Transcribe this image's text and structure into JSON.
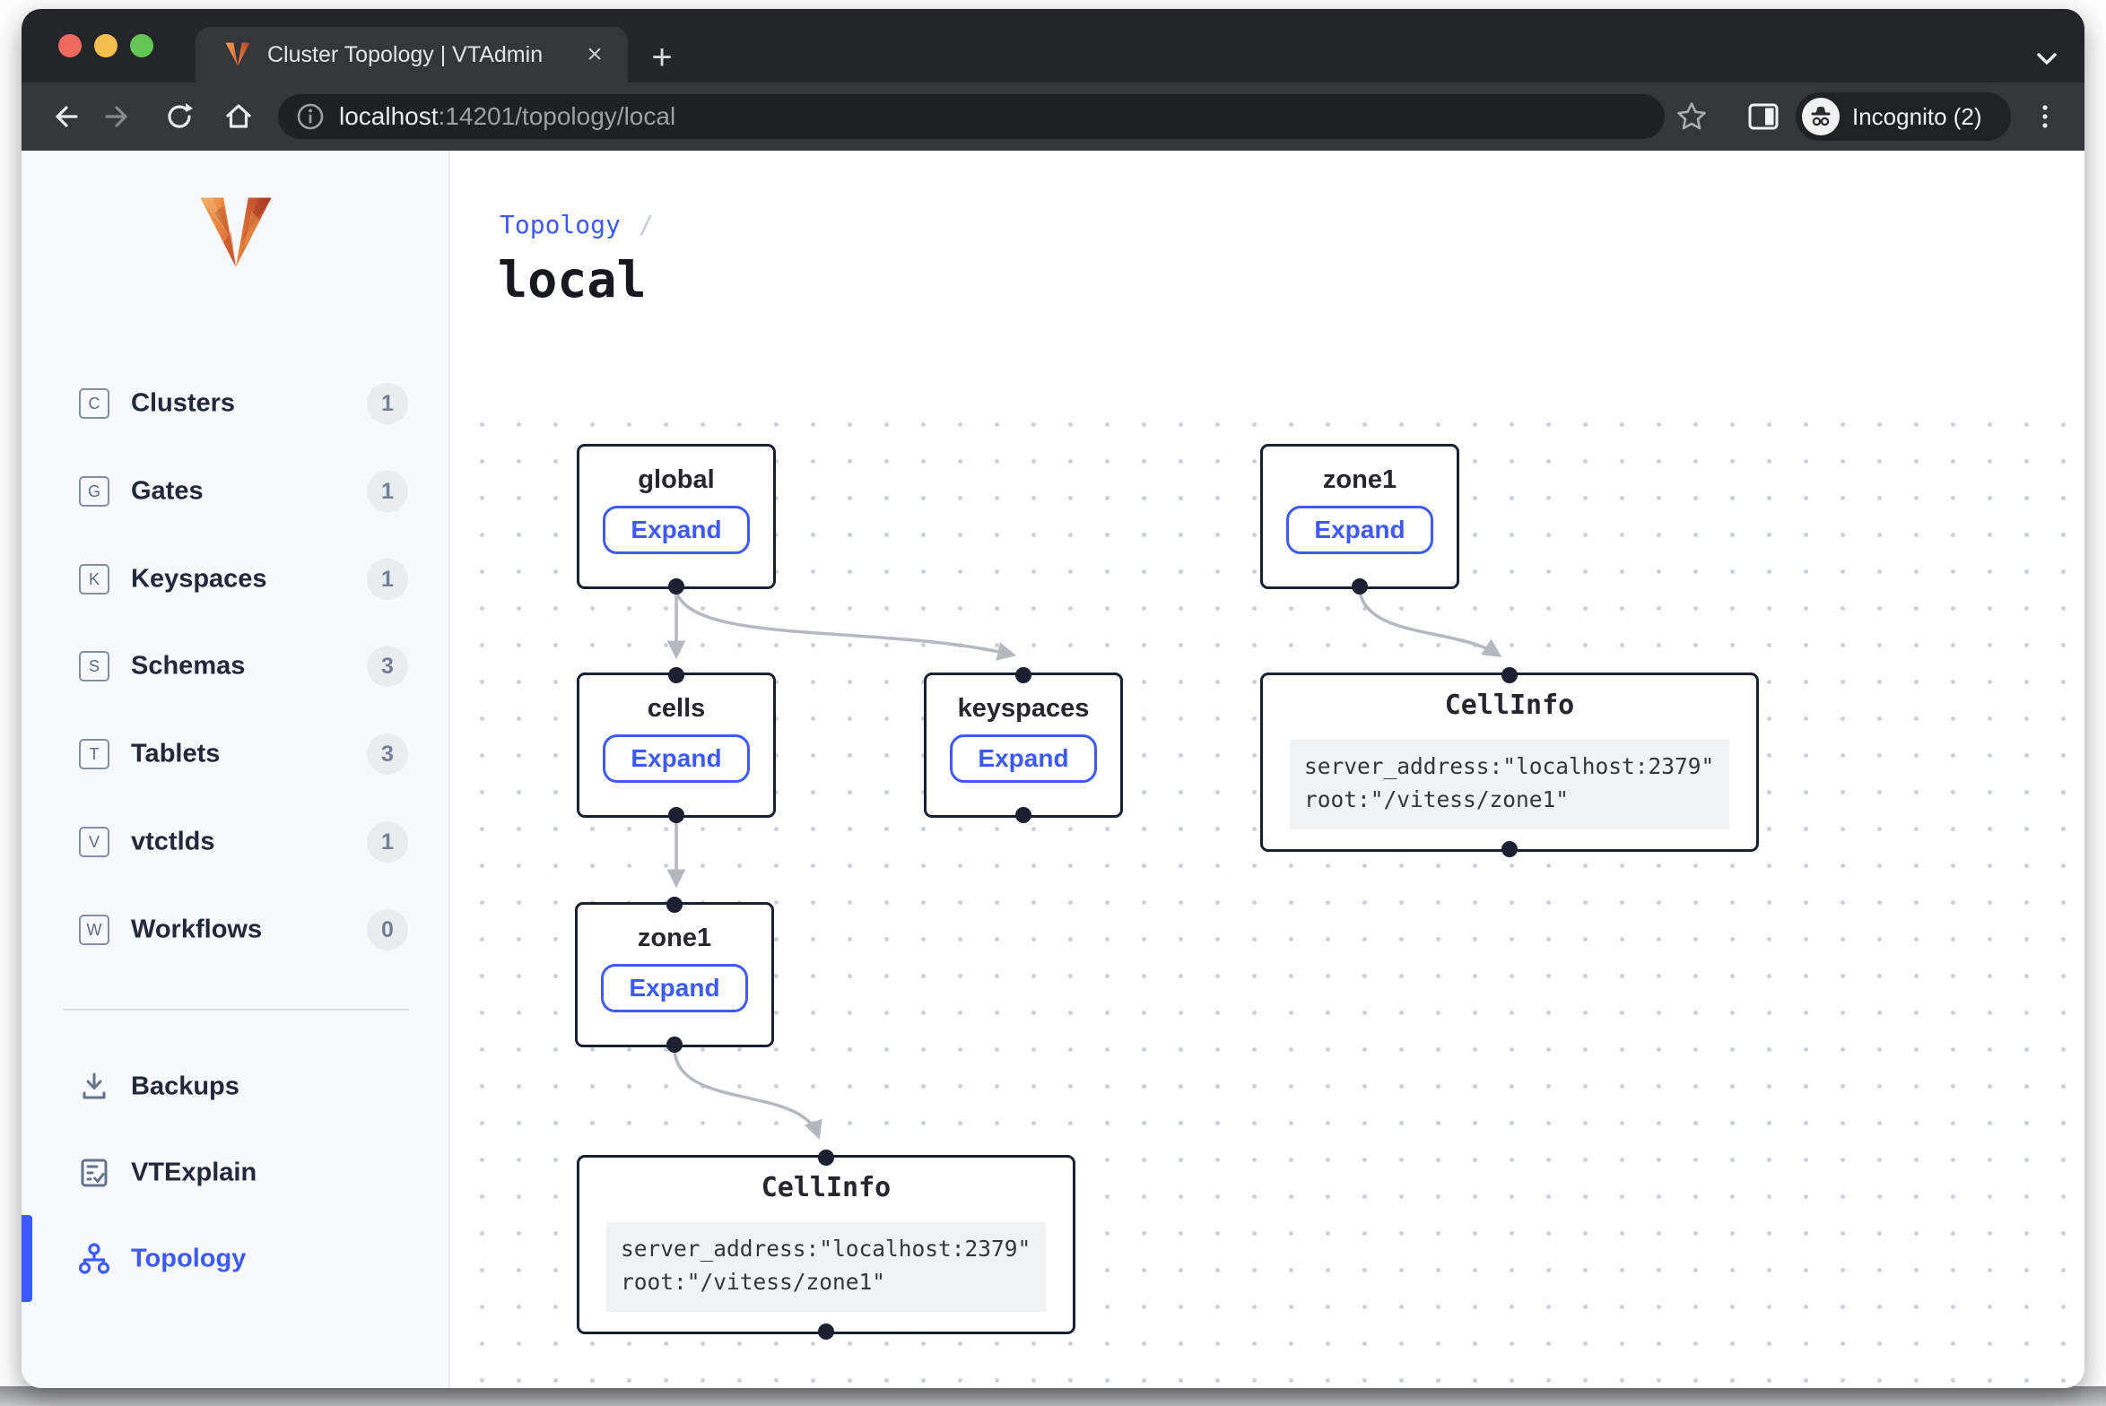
{
  "browser": {
    "tab_title": "Cluster Topology | VTAdmin",
    "close_tab_glyph": "×",
    "new_tab_glyph": "+",
    "url_host": "localhost",
    "url_rest": ":14201/topology/local",
    "incognito_label": "Incognito (2)"
  },
  "sidebar": {
    "items": [
      {
        "letter": "C",
        "label": "Clusters",
        "count": "1"
      },
      {
        "letter": "G",
        "label": "Gates",
        "count": "1"
      },
      {
        "letter": "K",
        "label": "Keyspaces",
        "count": "1"
      },
      {
        "letter": "S",
        "label": "Schemas",
        "count": "3"
      },
      {
        "letter": "T",
        "label": "Tablets",
        "count": "3"
      },
      {
        "letter": "V",
        "label": "vtctlds",
        "count": "1"
      },
      {
        "letter": "W",
        "label": "Workflows",
        "count": "0"
      }
    ],
    "tools": [
      {
        "label": "Backups"
      },
      {
        "label": "VTExplain"
      },
      {
        "label": "Topology"
      }
    ]
  },
  "main": {
    "breadcrumb": "Topology",
    "breadcrumb_sep": "/",
    "title": "local"
  },
  "diagram": {
    "expand_label": "Expand",
    "nodes": {
      "global": {
        "title": "global"
      },
      "zone1_top": {
        "title": "zone1"
      },
      "cells": {
        "title": "cells"
      },
      "keyspaces": {
        "title": "keyspaces"
      },
      "zone1_lower": {
        "title": "zone1"
      }
    },
    "cellinfo_right": {
      "title": "CellInfo",
      "line1": "server_address:\"localhost:2379\"",
      "line2": "root:\"/vitess/zone1\""
    },
    "cellinfo_lower": {
      "title": "CellInfo",
      "line1": "server_address:\"localhost:2379\"",
      "line2": "root:\"/vitess/zone1\""
    },
    "colors": {
      "accent_blue": "#3d5afe",
      "node_border": "#1b2030",
      "edge_gray": "#b5b8bf",
      "vitess_orange": "#e8813c",
      "sidebar_bg": "#f8f9fc"
    }
  }
}
